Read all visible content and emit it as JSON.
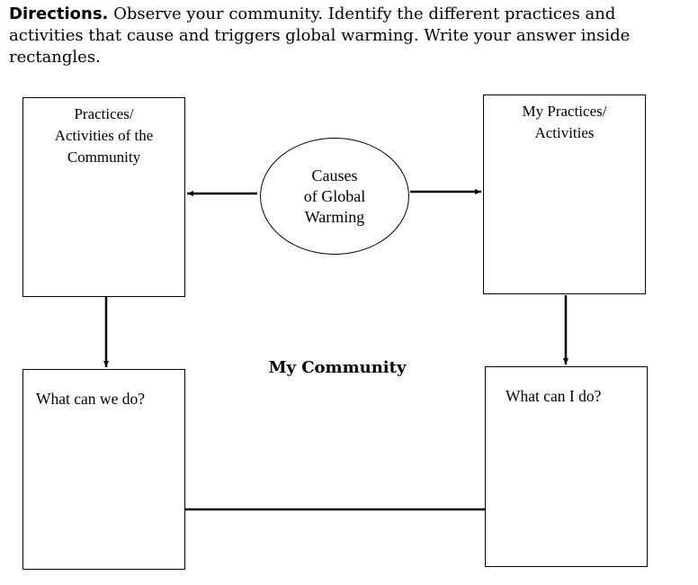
{
  "directions": {
    "lead": "Directions.",
    "text": " Observe your community. Identify the different practices and activities that cause and triggers global warming. Write your answer inside rectangles."
  },
  "center": {
    "ellipse_label": "Causes\nof Global\nWarming",
    "title": "My Community"
  },
  "boxes": {
    "top_left": "Practices/\nActivities of the\nCommunity",
    "top_right": "My Practices/\nActivities",
    "bottom_left": "What can we do?",
    "bottom_right": "What can I do?"
  }
}
